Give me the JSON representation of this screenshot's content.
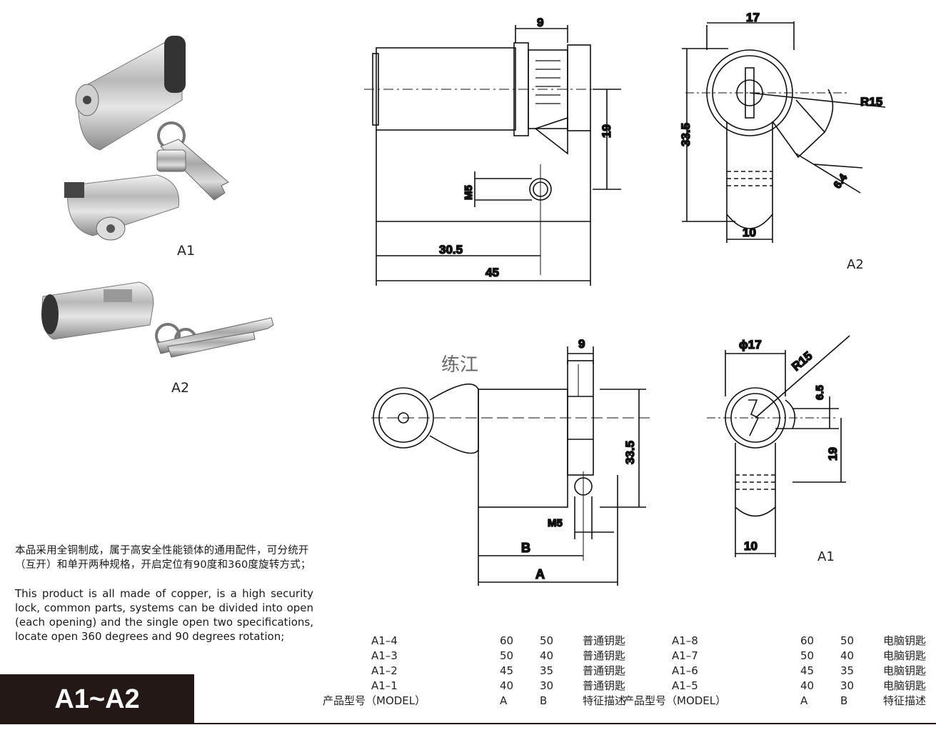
{
  "photos": [
    {
      "label": "A1"
    },
    {
      "label": "A2"
    }
  ],
  "description": {
    "chinese": "本品采用全铜制成，属于高安全性能锁体的通用配件，可分统开（互开）和单开两种规格，开启定位有90度和360度旋转方式；",
    "english": "This product is all made of copper, is a high security lock, common parts, systems can be divided into open (each opening) and the single open two specifications, locate open 360 degrees and 90 degrees rotation;"
  },
  "series_label": "A1~A2",
  "watermark": "练江",
  "drawings": {
    "a2_side": {
      "dim_top": "9",
      "dim_right": "19",
      "dim_m5": "M5",
      "dim_30_5": "30.5",
      "dim_45": "45"
    },
    "a2_end": {
      "dim_top": "17",
      "dim_left": "33.5",
      "dim_r15": "R15",
      "dim_6_4": "6.4",
      "dim_bottom": "10",
      "label": "A2"
    },
    "a1_side": {
      "dim_top": "9",
      "dim_right": "33.5",
      "dim_m5": "M5",
      "dim_b": "B",
      "dim_a": "A"
    },
    "a1_end": {
      "dim_top": "ϕ17",
      "dim_r15": "R15",
      "dim_6_5": "6.5",
      "dim_right": "19",
      "dim_bottom": "10",
      "label": "A1"
    }
  },
  "tables": {
    "left": {
      "rows": [
        [
          "A1–4",
          "60",
          "50",
          "普通钥匙"
        ],
        [
          "A1–3",
          "50",
          "40",
          "普通钥匙"
        ],
        [
          "A1–2",
          "45",
          "35",
          "普通钥匙"
        ],
        [
          "A1–1",
          "40",
          "30",
          "普通钥匙"
        ]
      ],
      "header": [
        "产品型号（MODEL）",
        "A",
        "B",
        "特征描述"
      ]
    },
    "right": {
      "rows": [
        [
          "A1–8",
          "60",
          "50",
          "电脑钥匙"
        ],
        [
          "A1–7",
          "50",
          "40",
          "电脑钥匙"
        ],
        [
          "A1–6",
          "45",
          "35",
          "电脑钥匙"
        ],
        [
          "A1–5",
          "40",
          "30",
          "电脑钥匙"
        ]
      ],
      "header": [
        "产品型号（MODEL）",
        "A",
        "B",
        "特征描述"
      ]
    }
  }
}
